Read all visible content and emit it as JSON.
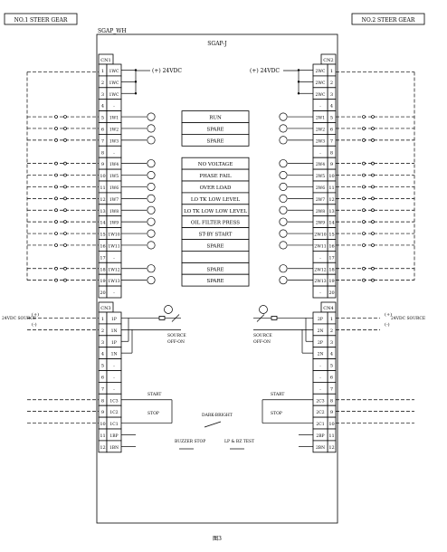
{
  "titles": {
    "left_gear": "NO.1 STEER GEAR",
    "right_gear": "NO.2 STEER GEAR",
    "panel_wh": "SGAP_WH",
    "panel_j": "SGAP-J",
    "figure": "图3"
  },
  "power": {
    "left": "(+) 24VDC",
    "right": "(+) 24VDC"
  },
  "cn1": {
    "title": "CN1",
    "rows": [
      {
        "n": "1",
        "s": "1WC"
      },
      {
        "n": "2",
        "s": "1WC"
      },
      {
        "n": "3",
        "s": "1WC"
      },
      {
        "n": "4",
        "s": "-"
      },
      {
        "n": "5",
        "s": "1W1"
      },
      {
        "n": "6",
        "s": "1W2"
      },
      {
        "n": "7",
        "s": "1W3"
      },
      {
        "n": "8",
        "s": "-"
      },
      {
        "n": "9",
        "s": "1W4"
      },
      {
        "n": "10",
        "s": "1W5"
      },
      {
        "n": "11",
        "s": "1W6"
      },
      {
        "n": "12",
        "s": "1W7"
      },
      {
        "n": "13",
        "s": "1W8"
      },
      {
        "n": "14",
        "s": "1W9"
      },
      {
        "n": "15",
        "s": "1W10"
      },
      {
        "n": "16",
        "s": "1W11"
      },
      {
        "n": "17",
        "s": "-"
      },
      {
        "n": "18",
        "s": "1W12"
      },
      {
        "n": "19",
        "s": "1W13"
      },
      {
        "n": "20",
        "s": "-"
      }
    ]
  },
  "cn2": {
    "title": "CN2",
    "rows": [
      {
        "n": "1",
        "s": "2WC"
      },
      {
        "n": "2",
        "s": "2WC"
      },
      {
        "n": "3",
        "s": "2WC"
      },
      {
        "n": "4",
        "s": "-"
      },
      {
        "n": "5",
        "s": "2W1"
      },
      {
        "n": "6",
        "s": "2W2"
      },
      {
        "n": "7",
        "s": "2W3"
      },
      {
        "n": "8",
        "s": "-"
      },
      {
        "n": "9",
        "s": "2W4"
      },
      {
        "n": "10",
        "s": "2W5"
      },
      {
        "n": "11",
        "s": "2W6"
      },
      {
        "n": "12",
        "s": "2W7"
      },
      {
        "n": "13",
        "s": "2W8"
      },
      {
        "n": "14",
        "s": "2W9"
      },
      {
        "n": "15",
        "s": "2W10"
      },
      {
        "n": "16",
        "s": "2W11"
      },
      {
        "n": "17",
        "s": "-"
      },
      {
        "n": "18",
        "s": "2W12"
      },
      {
        "n": "19",
        "s": "2W13"
      },
      {
        "n": "20",
        "s": "-"
      }
    ]
  },
  "cn3": {
    "title": "CN3",
    "rows": [
      {
        "n": "1",
        "s": "1P"
      },
      {
        "n": "2",
        "s": "1N"
      },
      {
        "n": "3",
        "s": "1P"
      },
      {
        "n": "4",
        "s": "1N"
      },
      {
        "n": "5",
        "s": "-"
      },
      {
        "n": "6",
        "s": "-"
      },
      {
        "n": "7",
        "s": "-"
      },
      {
        "n": "8",
        "s": "1C3"
      },
      {
        "n": "9",
        "s": "1C2"
      },
      {
        "n": "10",
        "s": "1C1"
      },
      {
        "n": "11",
        "s": "1BP"
      },
      {
        "n": "12",
        "s": "1BN"
      }
    ]
  },
  "cn4": {
    "title": "CN4",
    "rows": [
      {
        "n": "1",
        "s": "2P"
      },
      {
        "n": "2",
        "s": "2N"
      },
      {
        "n": "3",
        "s": "2P"
      },
      {
        "n": "4",
        "s": "2N"
      },
      {
        "n": "5",
        "s": "-"
      },
      {
        "n": "6",
        "s": "-"
      },
      {
        "n": "7",
        "s": "-"
      },
      {
        "n": "8",
        "s": "2C3"
      },
      {
        "n": "9",
        "s": "2C2"
      },
      {
        "n": "10",
        "s": "2C1"
      },
      {
        "n": "11",
        "s": "2BP"
      },
      {
        "n": "12",
        "s": "2BN"
      }
    ]
  },
  "indicators": [
    {
      "row": 5,
      "label": "RUN"
    },
    {
      "row": 6,
      "label": "SPARE"
    },
    {
      "row": 7,
      "label": "SPARE"
    },
    {
      "row": 9,
      "label": "NO VOLTAGE"
    },
    {
      "row": 10,
      "label": "PHASE FAIL"
    },
    {
      "row": 11,
      "label": "OVER LOAD"
    },
    {
      "row": 12,
      "label": "LO TK LOW LEVEL"
    },
    {
      "row": 13,
      "label": "LO TK LOW LOW LEVEL"
    },
    {
      "row": 14,
      "label": "OIL FILTER PRESS"
    },
    {
      "row": 15,
      "label": "ST-BY START"
    },
    {
      "row": 16,
      "label": "SPARE"
    },
    {
      "row": 18,
      "label": "SPARE"
    },
    {
      "row": 19,
      "label": "SPARE"
    }
  ],
  "source": {
    "left_label": "24VDC SOURCE",
    "right_label": "24VDC SOURCE",
    "plus": "(+)",
    "minus": "(-)",
    "switch_left": [
      "SOURCE",
      "OFF-ON"
    ],
    "switch_right": [
      "SOURCE",
      "OFF-ON"
    ]
  },
  "controls": {
    "start_left": "START",
    "stop_left": "STOP",
    "start_right": "START",
    "stop_right": "STOP",
    "dark_bright": "DARK-BRIGHT",
    "buzzer_stop": "BUZZER STOP",
    "lp_bz_test": "LP & BZ TEST"
  }
}
